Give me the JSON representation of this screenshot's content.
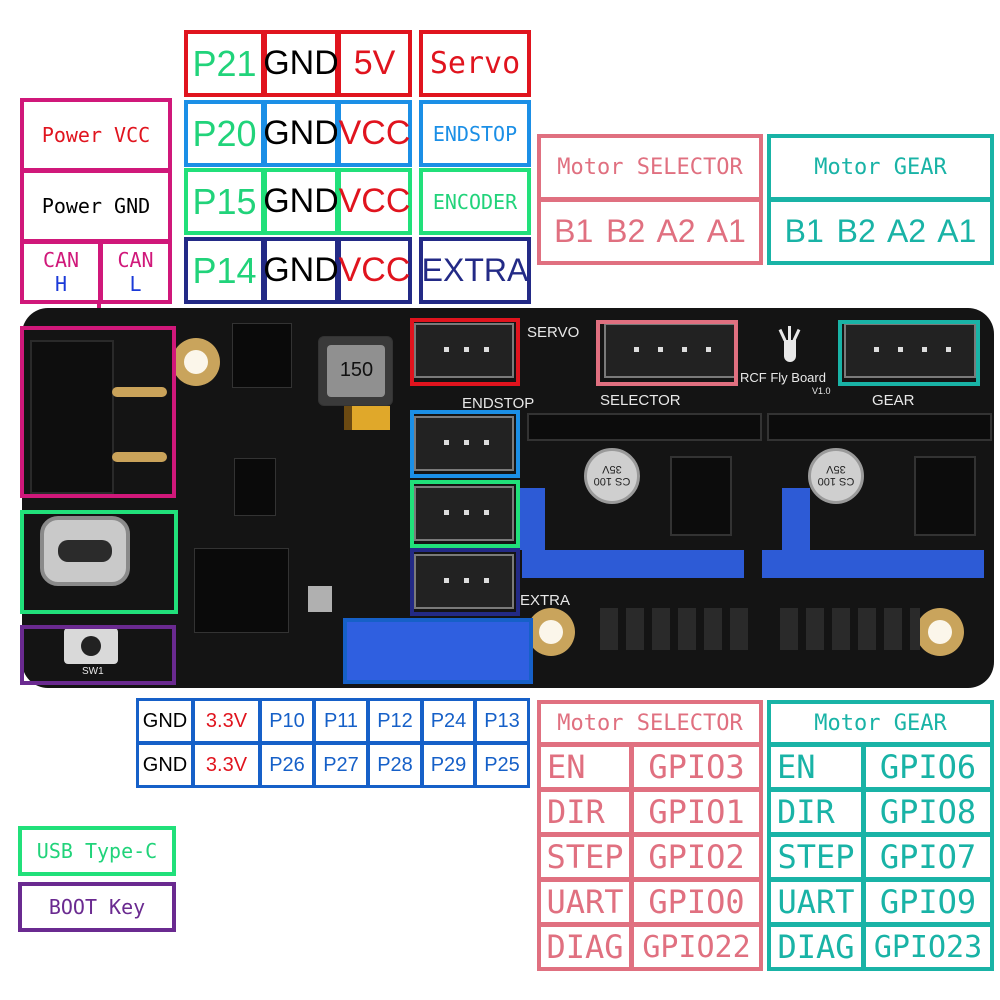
{
  "colors": {
    "red": "#e0141e",
    "blue": "#1b8fe6",
    "green": "#21e07a",
    "navy": "#232a86",
    "magenta": "#d0187a",
    "salmon": "#e07080",
    "teal": "#19b3a6",
    "header_blue": "#1660c8",
    "purple": "#6a2a90",
    "board": "#141414"
  },
  "top_ports": [
    {
      "pin": "P21",
      "gnd": "GND",
      "power": "5V",
      "function": "Servo"
    },
    {
      "pin": "P20",
      "gnd": "GND",
      "power": "VCC",
      "function": "ENDSTOP"
    },
    {
      "pin": "P15",
      "gnd": "GND",
      "power": "VCC",
      "function": "ENCODER"
    },
    {
      "pin": "P14",
      "gnd": "GND",
      "power": "VCC",
      "function": "EXTRA"
    }
  ],
  "power_block": {
    "vcc": "Power VCC",
    "gnd": "Power GND",
    "can_h_line1": "CAN",
    "can_h_line2": "H",
    "can_l_line1": "CAN",
    "can_l_line2": "L"
  },
  "motor_top": {
    "selector": {
      "title": "Motor SELECTOR",
      "pins": "B1 B2 A2 A1"
    },
    "gear": {
      "title": "Motor GEAR",
      "pins": "B1 B2 A2 A1"
    }
  },
  "board": {
    "label_servo": "SERVO",
    "label_endstop": "ENDSTOP",
    "label_extra": "EXTRA",
    "label_selector": "SELECTOR",
    "label_gear": "GEAR",
    "brand": "RCF Fly Board",
    "version": "V1.0",
    "inductor": "150",
    "cap_text_1": "CS 100 35V",
    "cap_text_2": "CS 100 35V",
    "sw_label": "SW1"
  },
  "gpio_header": {
    "row1": [
      "GND",
      "3.3V",
      "P10",
      "P11",
      "P12",
      "P24",
      "P13"
    ],
    "row2": [
      "GND",
      "3.3V",
      "P26",
      "P27",
      "P28",
      "P29",
      "P25"
    ]
  },
  "motor_bottom": {
    "selector": {
      "title": "Motor SELECTOR",
      "rows": [
        {
          "signal": "EN",
          "gpio": "GPIO3"
        },
        {
          "signal": "DIR",
          "gpio": "GPIO1"
        },
        {
          "signal": "STEP",
          "gpio": "GPIO2"
        },
        {
          "signal": "UART",
          "gpio": "GPIO0"
        },
        {
          "signal": "DIAG",
          "gpio": "GPIO22"
        }
      ]
    },
    "gear": {
      "title": "Motor GEAR",
      "rows": [
        {
          "signal": "EN",
          "gpio": "GPIO6"
        },
        {
          "signal": "DIR",
          "gpio": "GPIO8"
        },
        {
          "signal": "STEP",
          "gpio": "GPIO7"
        },
        {
          "signal": "UART",
          "gpio": "GPIO9"
        },
        {
          "signal": "DIAG",
          "gpio": "GPIO23"
        }
      ]
    }
  },
  "legend": {
    "usb": "USB Type-C",
    "boot": "BOOT Key"
  }
}
